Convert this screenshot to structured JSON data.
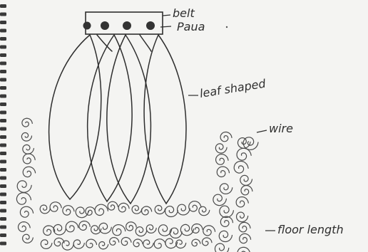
{
  "sketch": {
    "labels": {
      "belt": "belt",
      "paua": "Paua",
      "leaf": "leaf shaped",
      "wire": "wire",
      "floor": "floor length"
    },
    "colors": {
      "paper": "#f4f4f2",
      "ink": "#2e2e2e",
      "pencil": "#5a5a5a",
      "paua_dot": "#333333",
      "binding": "#3a3a3a"
    }
  }
}
